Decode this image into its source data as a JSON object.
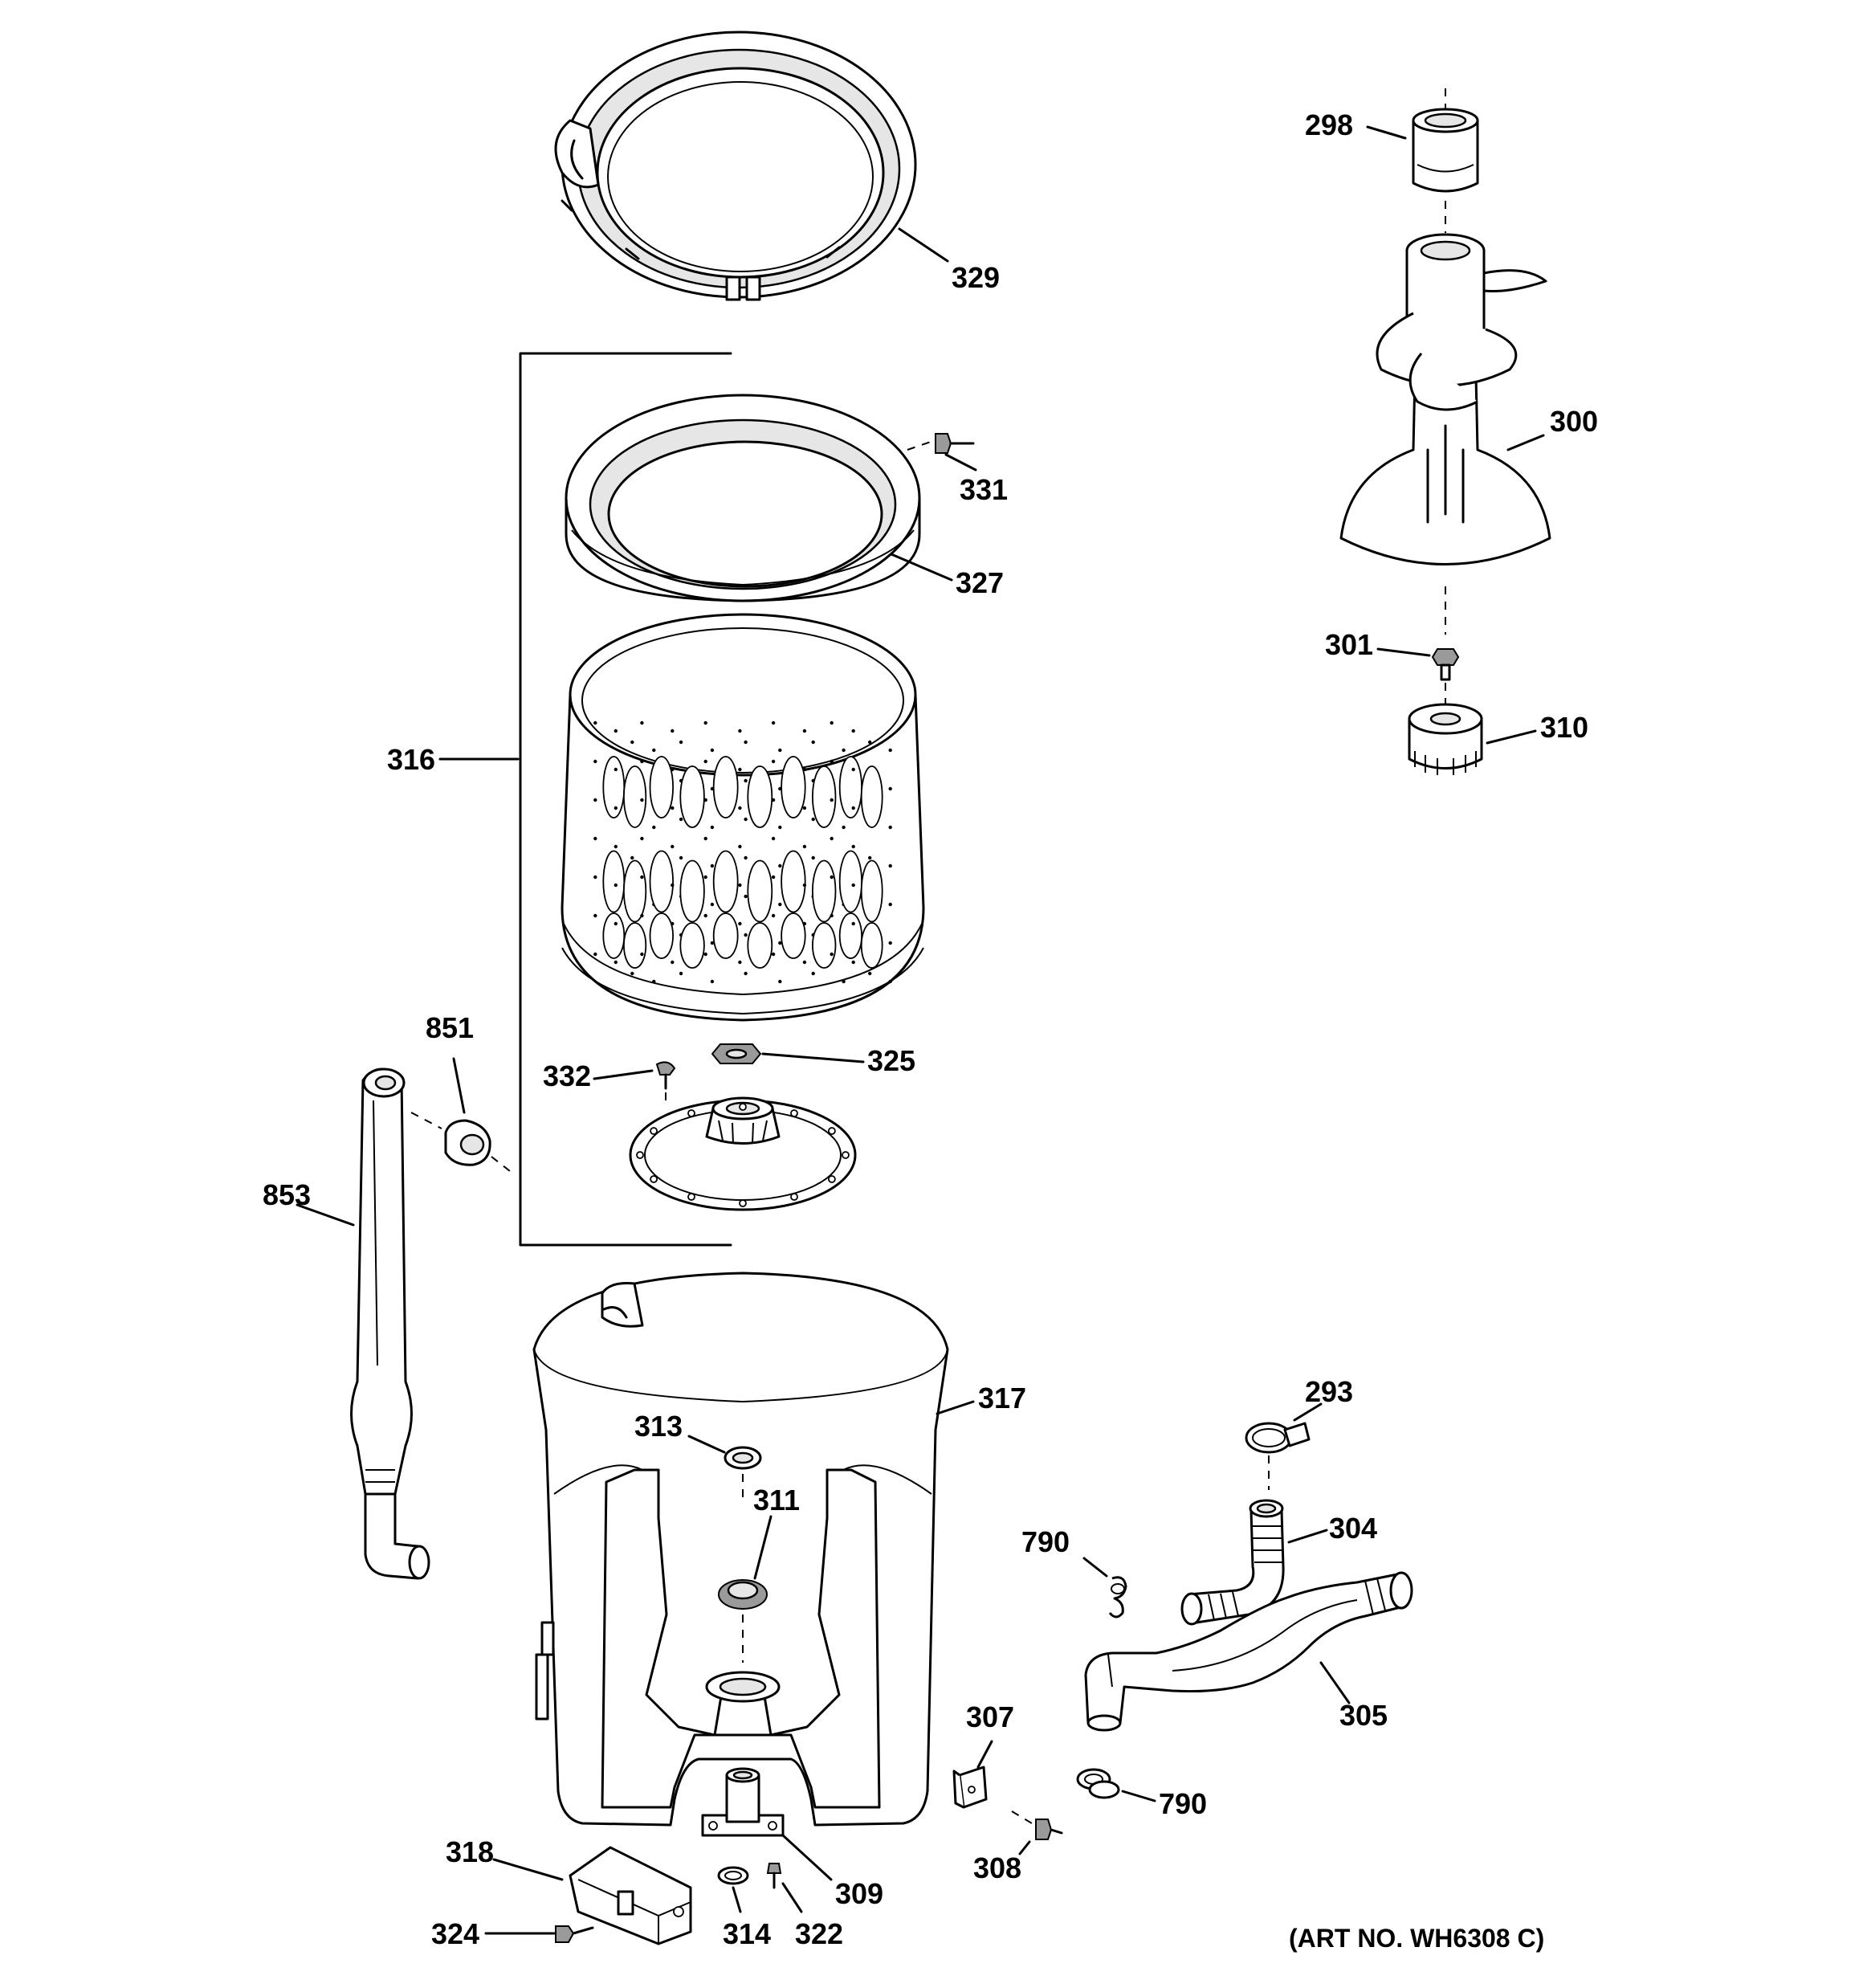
{
  "caption": "(ART NO. WH6308 C)",
  "labels": {
    "p298": "298",
    "p300": "300",
    "p301": "301",
    "p310": "310",
    "p329": "329",
    "p331": "331",
    "p327": "327",
    "p316": "316",
    "p332": "332",
    "p325": "325",
    "p851": "851",
    "p853": "853",
    "p317": "317",
    "p313": "313",
    "p311": "311",
    "p293": "293",
    "p304": "304",
    "p790a": "790",
    "p305": "305",
    "p307": "307",
    "p790b": "790",
    "p308": "308",
    "p318": "318",
    "p309": "309",
    "p324": "324",
    "p314": "314",
    "p322": "322"
  }
}
